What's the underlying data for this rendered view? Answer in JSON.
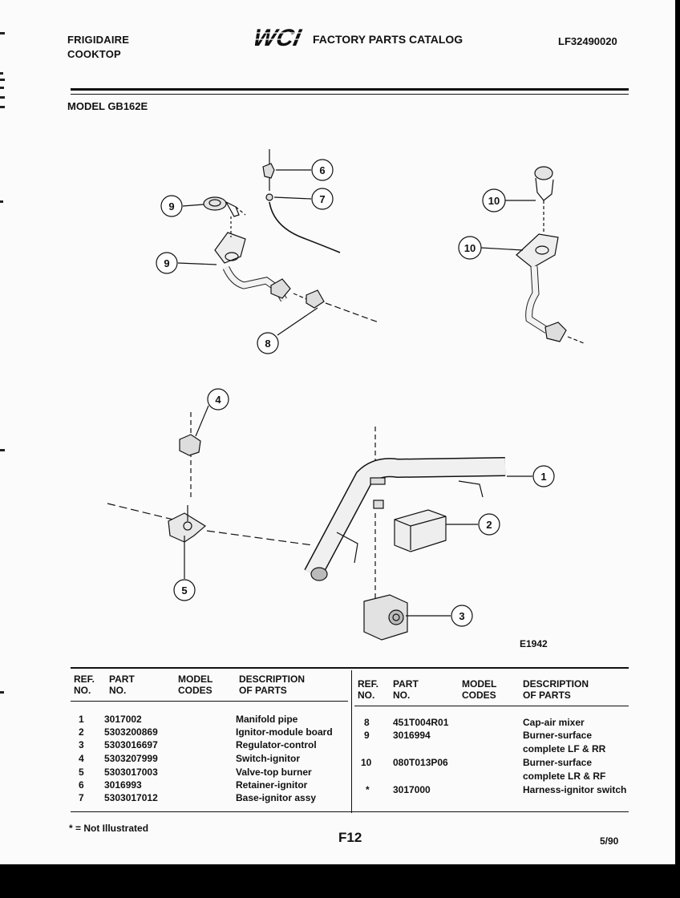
{
  "header": {
    "brand_line1": "FRIGIDAIRE",
    "brand_line2": "COOKTOP",
    "logo_text": "WCI",
    "catalog_title": "FACTORY PARTS CATALOG",
    "catalog_code": "LF32490020"
  },
  "model": "MODEL GB162E",
  "diagram": {
    "code": "E1942",
    "callouts": [
      "1",
      "2",
      "3",
      "4",
      "5",
      "6",
      "7",
      "8",
      "9",
      "9",
      "10",
      "10"
    ]
  },
  "table": {
    "headers": {
      "ref_line1": "REF.",
      "ref_line2": "NO.",
      "part_line1": "PART",
      "part_line2": "NO.",
      "model_line1": "MODEL",
      "model_line2": "CODES",
      "desc_line1": "DESCRIPTION",
      "desc_line2": "OF PARTS"
    },
    "left_rows": [
      {
        "ref": "1",
        "part": "3017002",
        "desc": "Manifold pipe"
      },
      {
        "ref": "2",
        "part": "5303200869",
        "desc": "Ignitor-module board"
      },
      {
        "ref": "3",
        "part": "5303016697",
        "desc": "Regulator-control"
      },
      {
        "ref": "4",
        "part": "5303207999",
        "desc": "Switch-ignitor"
      },
      {
        "ref": "5",
        "part": "5303017003",
        "desc": "Valve-top burner"
      },
      {
        "ref": "6",
        "part": "3016993",
        "desc": "Retainer-ignitor"
      },
      {
        "ref": "7",
        "part": "5303017012",
        "desc": "Base-ignitor assy"
      }
    ],
    "right_rows": [
      {
        "ref": "8",
        "part": "451T004R01",
        "desc_line1": "Cap-air mixer",
        "desc_line2": ""
      },
      {
        "ref": "9",
        "part": "3016994",
        "desc_line1": "Burner-surface",
        "desc_line2": "complete LF & RR"
      },
      {
        "ref": "10",
        "part": "080T013P06",
        "desc_line1": "Burner-surface",
        "desc_line2": "complete LR & RF"
      },
      {
        "ref": "*",
        "part": "3017000",
        "desc_line1": "Harness-ignitor switch",
        "desc_line2": ""
      }
    ]
  },
  "footer": {
    "footnote": "* = Not Illustrated",
    "page_number": "F12",
    "date": "5/90"
  }
}
